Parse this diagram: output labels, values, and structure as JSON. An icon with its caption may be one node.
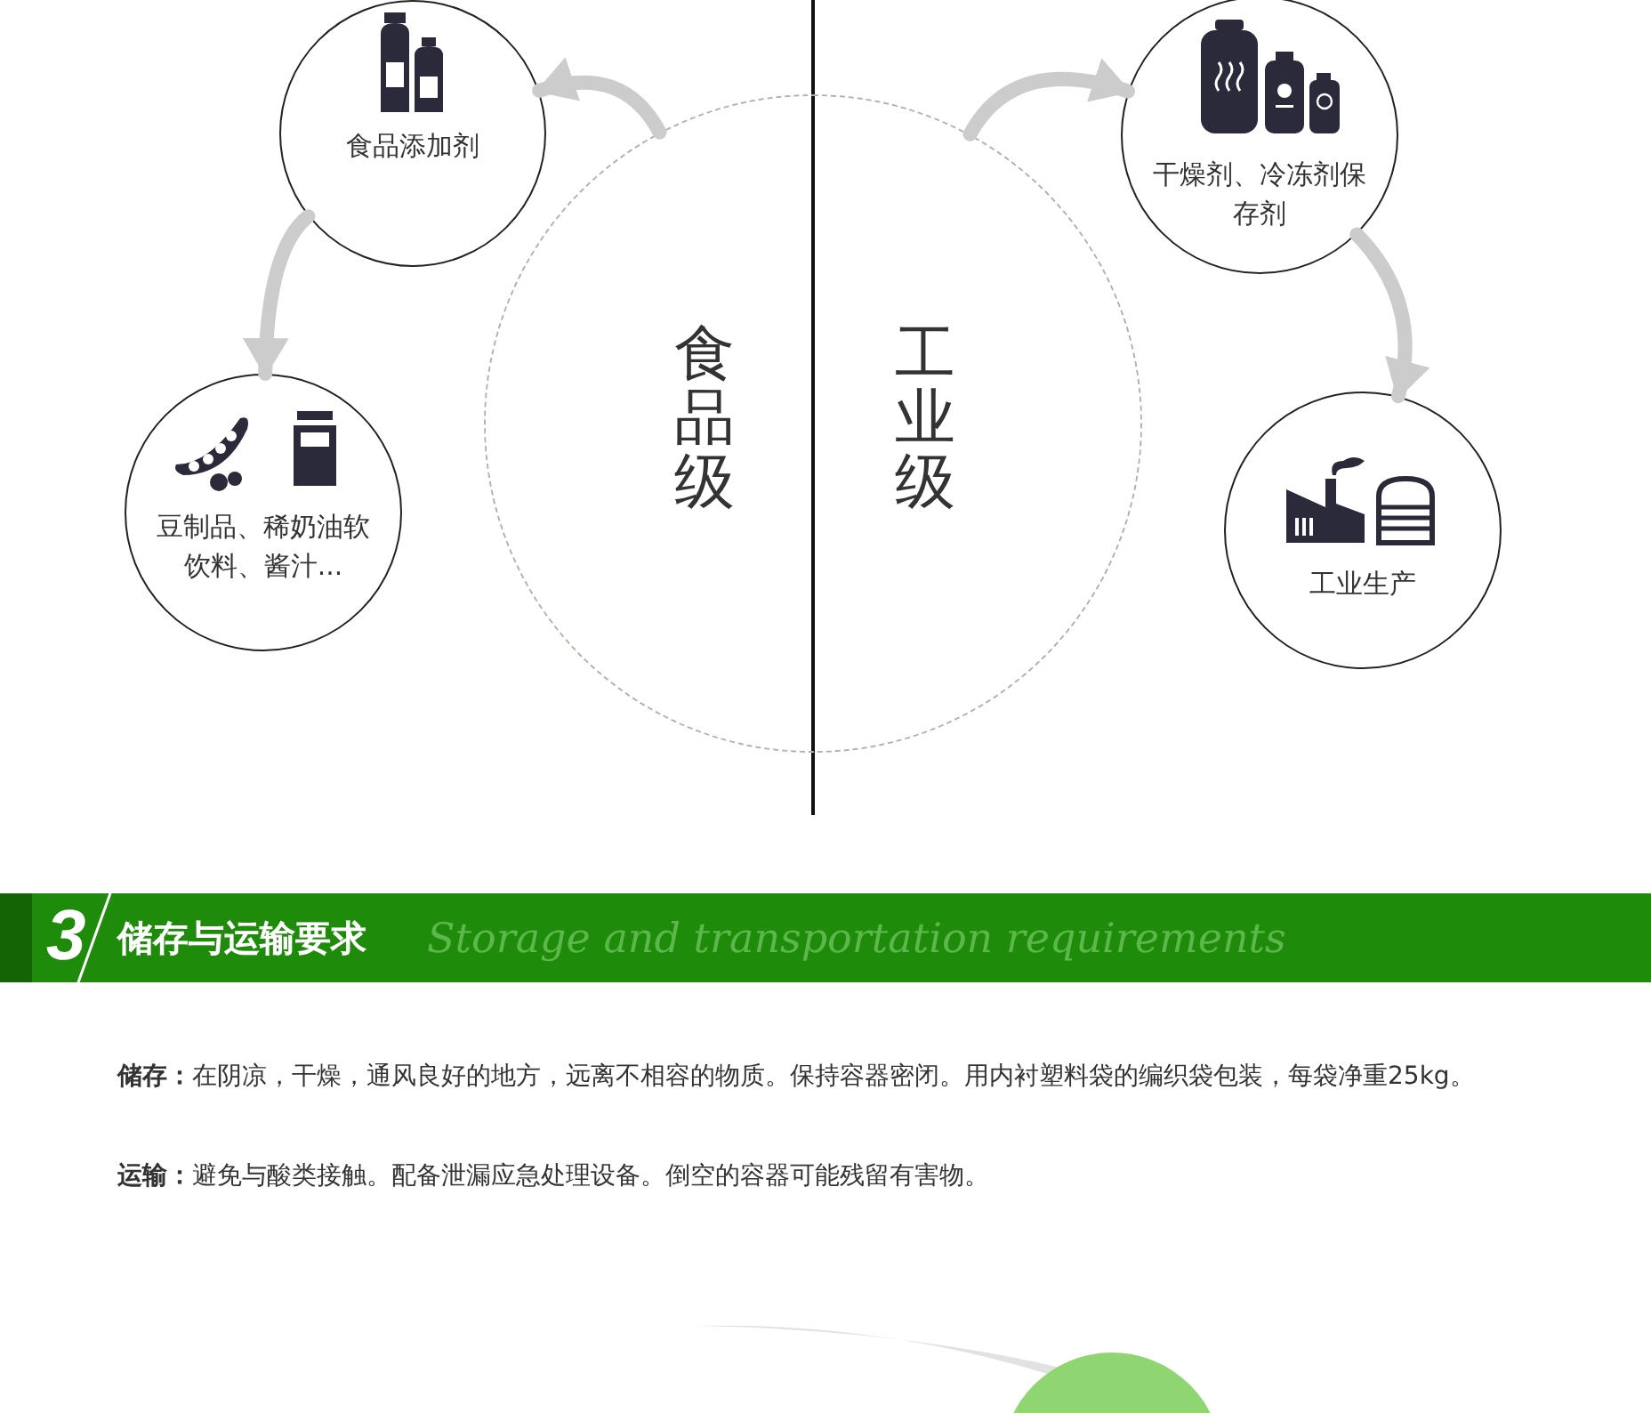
{
  "diagram": {
    "nodes": [
      {
        "text": [
          "食品添加剂"
        ]
      },
      {
        "text": [
          "干燥剂、冷冻剂保存剂"
        ]
      },
      {
        "text": [
          "食品级",
          "工业级"
        ]
      },
      {
        "text": [
          "豆制品、稀奶油软饮料、酱汁..."
        ]
      },
      {
        "text": [
          "工业生产"
        ]
      }
    ],
    "edges": [
      {
        "from": 2,
        "to": 0,
        "arrow": "to"
      },
      {
        "from": 0,
        "to": 3,
        "arrow": "to"
      },
      {
        "from": 2,
        "to": 1,
        "arrow": "to"
      },
      {
        "from": 1,
        "to": 4,
        "arrow": "to"
      }
    ],
    "labels": [
      "3",
      "储存与运输要求",
      "Storage and transportation requirements",
      "**储存：**在阴凉，干燥，通风良好的地方，远离不相容的物质。保持容器密闭。用内衬塑料袋的编织袋包装，每袋净重25kg。",
      "**运输：**避免与酸类接触。配备泄漏应急处理设备。倒空的容器可能残留有害物。"
    ]
  }
}
